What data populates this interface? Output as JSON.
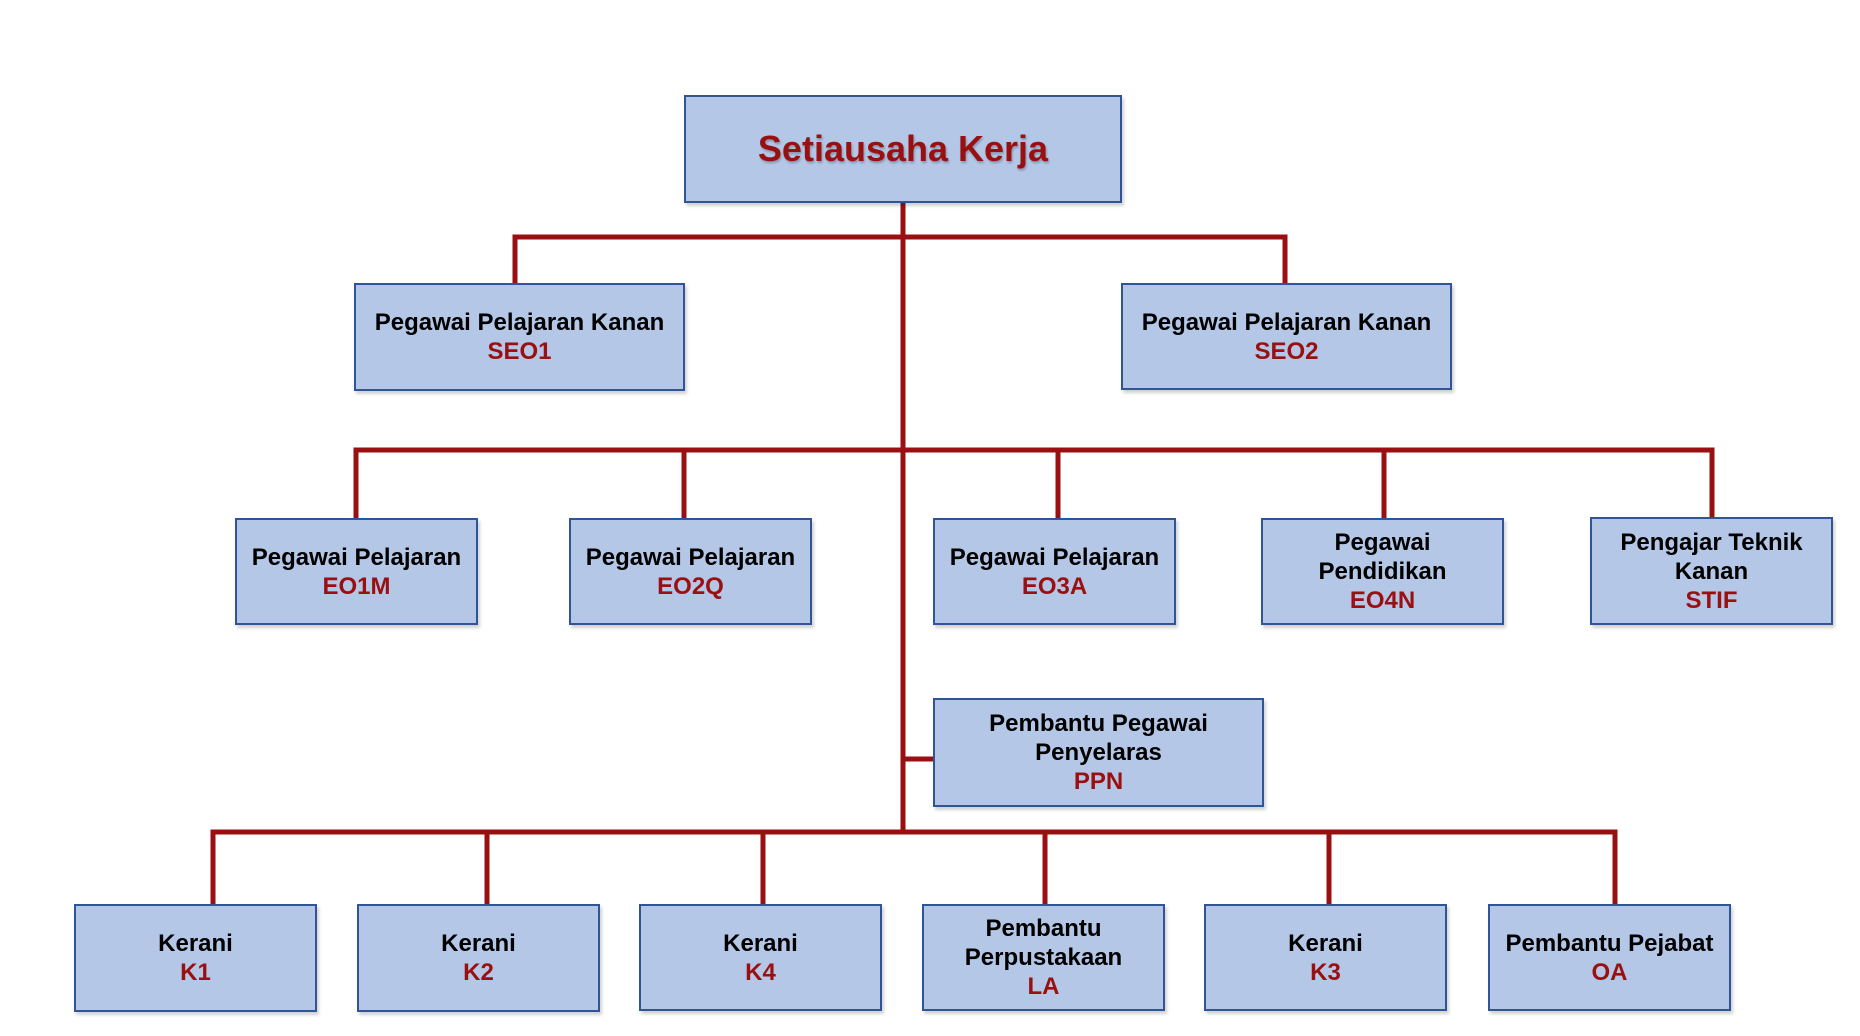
{
  "colors": {
    "line": "#9a1010",
    "box_fill": "#b4c7e7",
    "box_border": "#2f5597",
    "code_text": "#9a1010"
  },
  "nodes": {
    "root": {
      "title": "Setiausaha Kerja"
    },
    "seo1": {
      "title": "Pegawai Pelajaran Kanan",
      "code": "SEO1"
    },
    "seo2": {
      "title": "Pegawai Pelajaran Kanan",
      "code": "SEO2"
    },
    "eo1m": {
      "title": "Pegawai Pelajaran",
      "code": "EO1M"
    },
    "eo2q": {
      "title": "Pegawai Pelajaran",
      "code": "EO2Q"
    },
    "eo3a": {
      "title": "Pegawai Pelajaran",
      "code": "EO3A"
    },
    "eo4n": {
      "title": "Pegawai\nPendidikan",
      "code": "EO4N"
    },
    "stif": {
      "title": "Pengajar Teknik\nKanan",
      "code": "STIF"
    },
    "ppn": {
      "title": "Pembantu Pegawai\nPenyelaras",
      "code": "PPN"
    },
    "k1": {
      "title": "Kerani",
      "code": "K1"
    },
    "k2": {
      "title": "Kerani",
      "code": "K2"
    },
    "k4": {
      "title": "Kerani",
      "code": "K4"
    },
    "la": {
      "title": "Pembantu\nPerpustakaan",
      "code": "LA"
    },
    "k3": {
      "title": "Kerani",
      "code": "K3"
    },
    "oa": {
      "title": "Pembantu Pejabat",
      "code": "OA"
    }
  }
}
